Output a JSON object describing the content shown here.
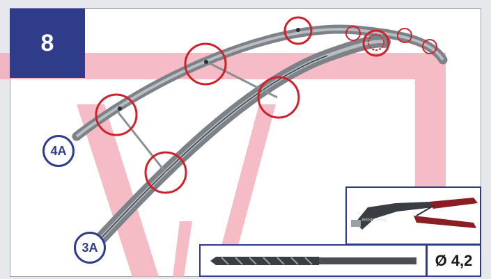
{
  "step": {
    "number": "8"
  },
  "parts": {
    "upper_tube": "4A",
    "lower_tube": "3A"
  },
  "tools": {
    "drill_diameter": "Ø 4,2",
    "rivet_gun_brand": "RENNSTEIG"
  },
  "colors": {
    "brand_blue": "#2f3c8a",
    "highlight_red": "#d0202a",
    "watermark_pink": "#f2a6b4"
  },
  "icons": [
    "rivet-gun-icon",
    "drill-bit-icon",
    "rivet-point-marker-icon"
  ]
}
